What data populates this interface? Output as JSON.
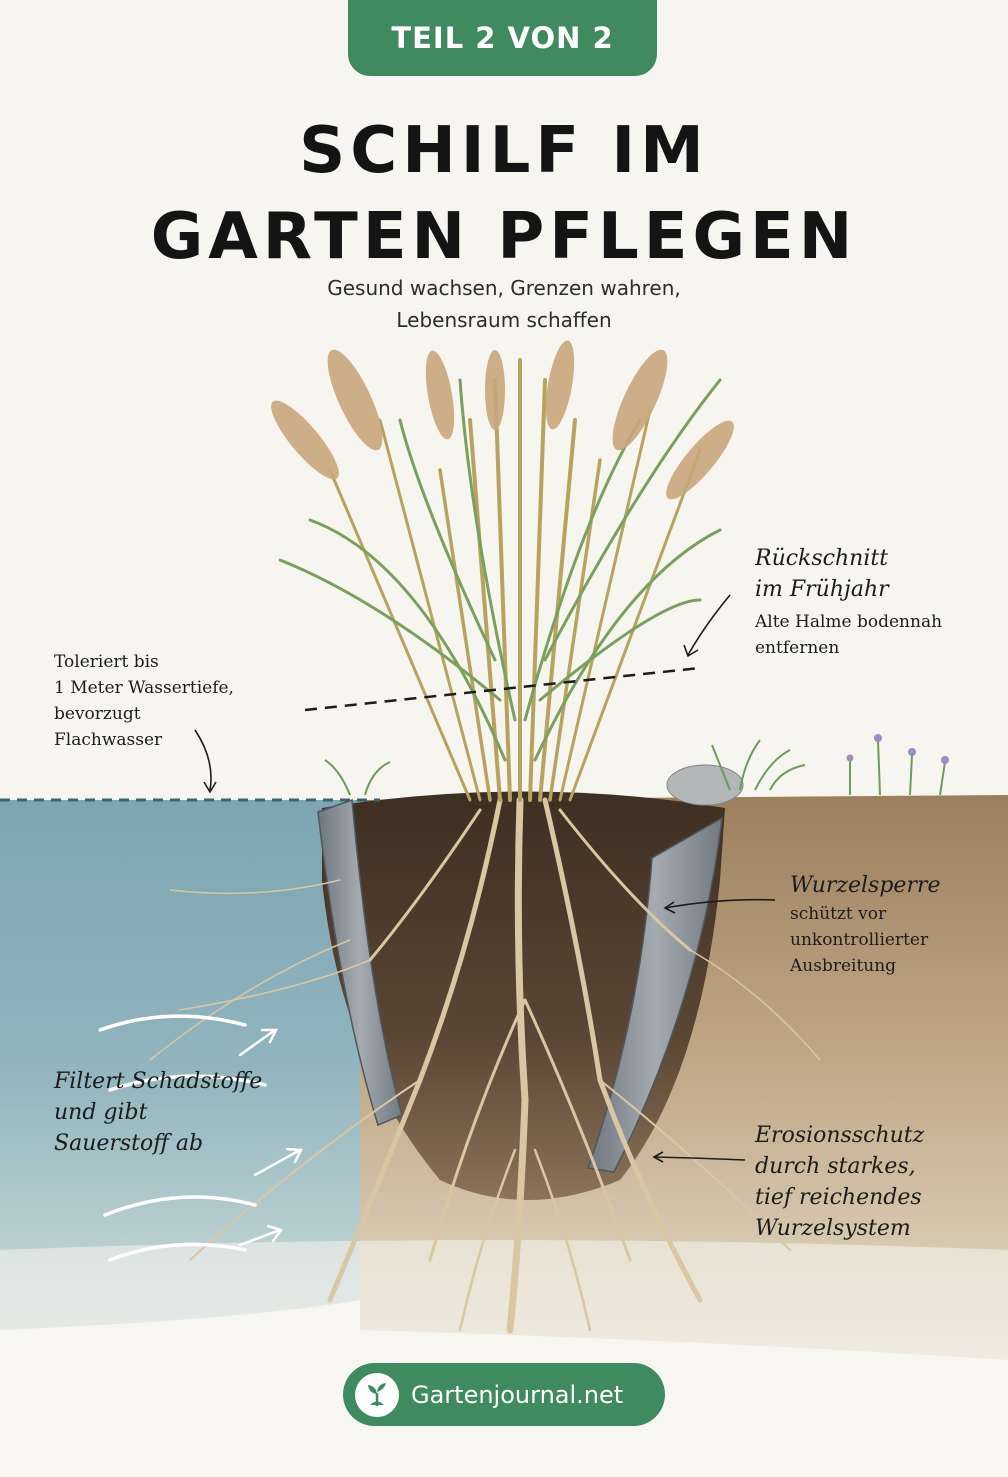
{
  "badge": "TEIL 2 VON 2",
  "title_line1": "SCHILF IM",
  "title_line2": "GARTEN PFLEGEN",
  "subtitle_line1": "Gesund wachsen, Grenzen wahren,",
  "subtitle_line2": "Lebensraum schaffen",
  "annotations": {
    "pruning": {
      "heading_line1": "Rückschnitt",
      "heading_line2": "im Frühjahr",
      "body_line1": "Alte Halme bodennah",
      "body_line2": "entfernen"
    },
    "water_depth": {
      "line1": "Toleriert bis",
      "line2": "1 Meter Wassertiefe,",
      "line3": "bevorzugt",
      "line4": "Flachwasser"
    },
    "root_barrier": {
      "heading": "Wurzelsperre",
      "body_line1": "schützt vor",
      "body_line2": "unkontrollierter",
      "body_line3": "Ausbreitung"
    },
    "filter": {
      "line1": "Filtert Schadstoffe",
      "line2": "und gibt",
      "line3": "Sauerstoff ab"
    },
    "erosion": {
      "line1": "Erosionsschutz",
      "line2": "durch starkes,",
      "line3": "tief reichendes",
      "line4": "Wurzelsystem"
    }
  },
  "footer": {
    "label": "Gartenjournal.net",
    "icon": "sprout-icon"
  },
  "colors": {
    "accent": "#3f8a5e",
    "water": "#5c8fa0",
    "soil": "#5a4634",
    "earth": "#b49c7c",
    "barrier": "#8d949a"
  }
}
